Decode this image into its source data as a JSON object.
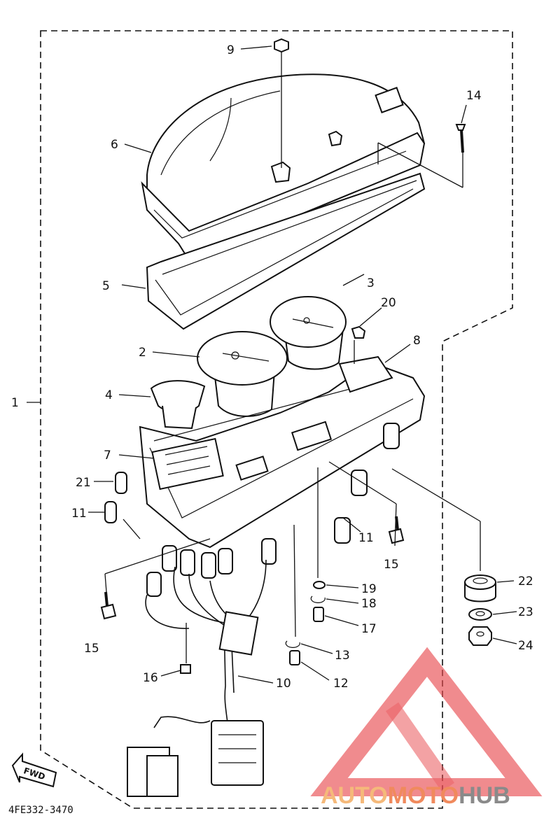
{
  "diagram": {
    "part_code": "4FE332-3470",
    "fwd_label": "FWD",
    "callouts": [
      {
        "id": "c1",
        "label": "1"
      },
      {
        "id": "c2",
        "label": "2"
      },
      {
        "id": "c3",
        "label": "3"
      },
      {
        "id": "c4",
        "label": "4"
      },
      {
        "id": "c5",
        "label": "5"
      },
      {
        "id": "c6",
        "label": "6"
      },
      {
        "id": "c7",
        "label": "7"
      },
      {
        "id": "c8",
        "label": "8"
      },
      {
        "id": "c9",
        "label": "9"
      },
      {
        "id": "c10",
        "label": "10"
      },
      {
        "id": "c11a",
        "label": "11"
      },
      {
        "id": "c11b",
        "label": "11"
      },
      {
        "id": "c12",
        "label": "12"
      },
      {
        "id": "c13",
        "label": "13"
      },
      {
        "id": "c14",
        "label": "14"
      },
      {
        "id": "c15a",
        "label": "15"
      },
      {
        "id": "c15b",
        "label": "15"
      },
      {
        "id": "c16",
        "label": "16"
      },
      {
        "id": "c17",
        "label": "17"
      },
      {
        "id": "c18",
        "label": "18"
      },
      {
        "id": "c19",
        "label": "19"
      },
      {
        "id": "c20",
        "label": "20"
      },
      {
        "id": "c21",
        "label": "21"
      },
      {
        "id": "c22",
        "label": "22"
      },
      {
        "id": "c23",
        "label": "23"
      },
      {
        "id": "c24",
        "label": "24"
      }
    ]
  },
  "watermark": {
    "part1": "AUTO",
    "part2": "MOTO",
    "part3": "HUB",
    "color_light": "#f5b97a",
    "color_red": "#e8494e",
    "color_dark": "#8a8a8a"
  }
}
